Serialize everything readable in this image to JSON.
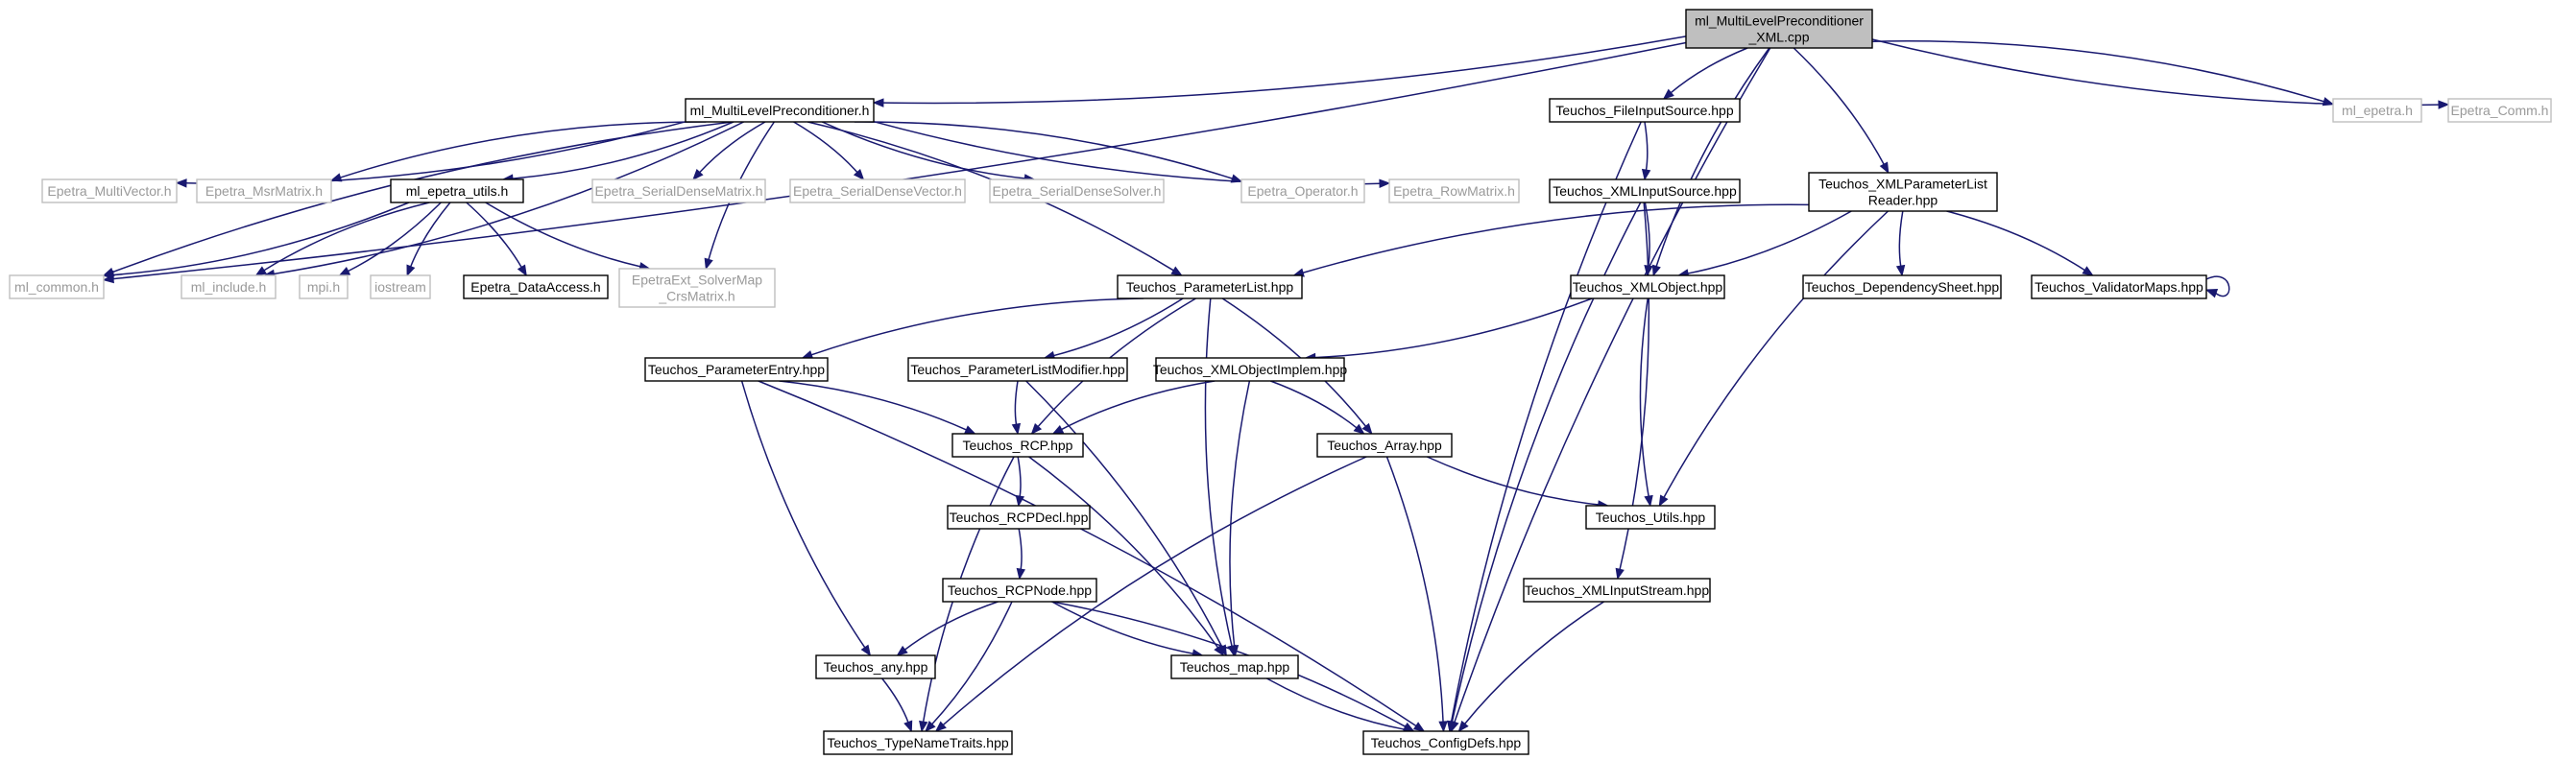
{
  "colors": {
    "edge": "#191970",
    "root_fill": "#bfbfbf",
    "external_border": "#bfbfbf",
    "external_text": "#9a9a9a"
  },
  "nodes": [
    {
      "id": "root",
      "lines": [
        "ml_MultiLevelPreconditioner",
        "_XML.cpp"
      ],
      "kind": "root"
    },
    {
      "id": "mlp_h",
      "lines": [
        "ml_MultiLevelPreconditioner.h"
      ],
      "kind": "internal"
    },
    {
      "id": "fis",
      "lines": [
        "Teuchos_FileInputSource.hpp"
      ],
      "kind": "internal"
    },
    {
      "id": "ml_epetra_h",
      "lines": [
        "ml_epetra.h"
      ],
      "kind": "external"
    },
    {
      "id": "epetra_comm",
      "lines": [
        "Epetra_Comm.h"
      ],
      "kind": "external"
    },
    {
      "id": "e_mv",
      "lines": [
        "Epetra_MultiVector.h"
      ],
      "kind": "external"
    },
    {
      "id": "e_msr",
      "lines": [
        "Epetra_MsrMatrix.h"
      ],
      "kind": "external"
    },
    {
      "id": "ml_eu",
      "lines": [
        "ml_epetra_utils.h"
      ],
      "kind": "internal"
    },
    {
      "id": "e_sdm",
      "lines": [
        "Epetra_SerialDenseMatrix.h"
      ],
      "kind": "external"
    },
    {
      "id": "e_sdv",
      "lines": [
        "Epetra_SerialDenseVector.h"
      ],
      "kind": "external"
    },
    {
      "id": "e_sds",
      "lines": [
        "Epetra_SerialDenseSolver.h"
      ],
      "kind": "external"
    },
    {
      "id": "e_op",
      "lines": [
        "Epetra_Operator.h"
      ],
      "kind": "external"
    },
    {
      "id": "e_rm",
      "lines": [
        "Epetra_RowMatrix.h"
      ],
      "kind": "external"
    },
    {
      "id": "xis",
      "lines": [
        "Teuchos_XMLInputSource.hpp"
      ],
      "kind": "internal"
    },
    {
      "id": "xplr",
      "lines": [
        "Teuchos_XMLParameterList",
        "Reader.hpp"
      ],
      "kind": "internal"
    },
    {
      "id": "ml_common",
      "lines": [
        "ml_common.h"
      ],
      "kind": "external"
    },
    {
      "id": "ml_include",
      "lines": [
        "ml_include.h"
      ],
      "kind": "external"
    },
    {
      "id": "mpi",
      "lines": [
        "mpi.h"
      ],
      "kind": "external"
    },
    {
      "id": "iostream",
      "lines": [
        "iostream"
      ],
      "kind": "external"
    },
    {
      "id": "e_da",
      "lines": [
        "Epetra_DataAccess.h"
      ],
      "kind": "internal"
    },
    {
      "id": "eext",
      "lines": [
        "EpetraExt_SolverMap",
        "_CrsMatrix.h"
      ],
      "kind": "external"
    },
    {
      "id": "pl",
      "lines": [
        "Teuchos_ParameterList.hpp"
      ],
      "kind": "internal"
    },
    {
      "id": "xo",
      "lines": [
        "Teuchos_XMLObject.hpp"
      ],
      "kind": "internal"
    },
    {
      "id": "ds",
      "lines": [
        "Teuchos_DependencySheet.hpp"
      ],
      "kind": "internal"
    },
    {
      "id": "vm",
      "lines": [
        "Teuchos_ValidatorMaps.hpp"
      ],
      "kind": "internal"
    },
    {
      "id": "pe",
      "lines": [
        "Teuchos_ParameterEntry.hpp"
      ],
      "kind": "internal"
    },
    {
      "id": "plm",
      "lines": [
        "Teuchos_ParameterListModifier.hpp"
      ],
      "kind": "internal"
    },
    {
      "id": "xoi",
      "lines": [
        "Teuchos_XMLObjectImplem.hpp"
      ],
      "kind": "internal"
    },
    {
      "id": "rcp",
      "lines": [
        "Teuchos_RCP.hpp"
      ],
      "kind": "internal"
    },
    {
      "id": "arr",
      "lines": [
        "Teuchos_Array.hpp"
      ],
      "kind": "internal"
    },
    {
      "id": "utils",
      "lines": [
        "Teuchos_Utils.hpp"
      ],
      "kind": "internal"
    },
    {
      "id": "rcpdecl",
      "lines": [
        "Teuchos_RCPDecl.hpp"
      ],
      "kind": "internal"
    },
    {
      "id": "rcpnode",
      "lines": [
        "Teuchos_RCPNode.hpp"
      ],
      "kind": "internal"
    },
    {
      "id": "xistream",
      "lines": [
        "Teuchos_XMLInputStream.hpp"
      ],
      "kind": "internal"
    },
    {
      "id": "any",
      "lines": [
        "Teuchos_any.hpp"
      ],
      "kind": "internal"
    },
    {
      "id": "map",
      "lines": [
        "Teuchos_map.hpp"
      ],
      "kind": "internal"
    },
    {
      "id": "tnt",
      "lines": [
        "Teuchos_TypeNameTraits.hpp"
      ],
      "kind": "internal"
    },
    {
      "id": "cfg",
      "lines": [
        "Teuchos_ConfigDefs.hpp"
      ],
      "kind": "internal"
    }
  ],
  "edges": [
    [
      "root",
      "mlp_h"
    ],
    [
      "root",
      "fis"
    ],
    [
      "root",
      "ml_epetra_h"
    ],
    [
      "root",
      "epetra_comm"
    ],
    [
      "root",
      "xplr"
    ],
    [
      "root",
      "xo"
    ],
    [
      "root",
      "ml_common"
    ],
    [
      "root",
      "cfg"
    ],
    [
      "mlp_h",
      "e_mv"
    ],
    [
      "mlp_h",
      "e_msr"
    ],
    [
      "mlp_h",
      "ml_eu"
    ],
    [
      "mlp_h",
      "e_sdm"
    ],
    [
      "mlp_h",
      "e_sdv"
    ],
    [
      "mlp_h",
      "e_sds"
    ],
    [
      "mlp_h",
      "e_op"
    ],
    [
      "mlp_h",
      "e_rm"
    ],
    [
      "mlp_h",
      "ml_include"
    ],
    [
      "mlp_h",
      "eext"
    ],
    [
      "mlp_h",
      "pl"
    ],
    [
      "mlp_h",
      "ml_common"
    ],
    [
      "fis",
      "xis"
    ],
    [
      "fis",
      "cfg"
    ],
    [
      "ml_eu",
      "ml_common"
    ],
    [
      "ml_eu",
      "ml_include"
    ],
    [
      "ml_eu",
      "mpi"
    ],
    [
      "ml_eu",
      "iostream"
    ],
    [
      "ml_eu",
      "e_da"
    ],
    [
      "ml_eu",
      "eext"
    ],
    [
      "xis",
      "xo"
    ],
    [
      "xis",
      "cfg"
    ],
    [
      "xis",
      "xistream"
    ],
    [
      "xplr",
      "pl"
    ],
    [
      "xplr",
      "xo"
    ],
    [
      "xplr",
      "ds"
    ],
    [
      "xplr",
      "vm"
    ],
    [
      "xplr",
      "utils"
    ],
    [
      "vm",
      "vm"
    ],
    [
      "pl",
      "pe"
    ],
    [
      "pl",
      "plm"
    ],
    [
      "pl",
      "rcp"
    ],
    [
      "pl",
      "arr"
    ],
    [
      "pl",
      "map"
    ],
    [
      "xo",
      "xoi"
    ],
    [
      "xo",
      "utils"
    ],
    [
      "pe",
      "rcp"
    ],
    [
      "pe",
      "any"
    ],
    [
      "pe",
      "cfg"
    ],
    [
      "plm",
      "rcp"
    ],
    [
      "plm",
      "map"
    ],
    [
      "xoi",
      "rcp"
    ],
    [
      "xoi",
      "arr"
    ],
    [
      "xoi",
      "map"
    ],
    [
      "rcp",
      "rcpdecl"
    ],
    [
      "rcp",
      "tnt"
    ],
    [
      "rcp",
      "map"
    ],
    [
      "arr",
      "utils"
    ],
    [
      "arr",
      "cfg"
    ],
    [
      "arr",
      "tnt"
    ],
    [
      "rcpdecl",
      "rcpnode"
    ],
    [
      "rcpnode",
      "any"
    ],
    [
      "rcpnode",
      "tnt"
    ],
    [
      "rcpnode",
      "map"
    ],
    [
      "rcpnode",
      "cfg"
    ],
    [
      "xistream",
      "cfg"
    ],
    [
      "any",
      "tnt"
    ],
    [
      "map",
      "cfg"
    ]
  ]
}
